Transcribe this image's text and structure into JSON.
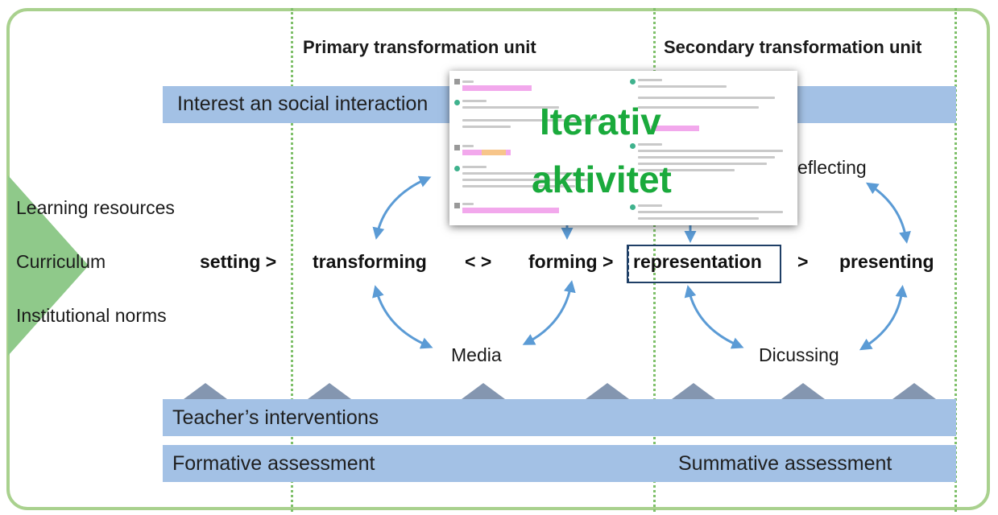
{
  "headers": {
    "primary": "Primary transformation unit",
    "secondary": "Secondary transformation unit"
  },
  "bands": {
    "interest": "Interest an social interaction",
    "teacher": "Teacher’s interventions",
    "formative": "Formative assessment",
    "summative": "Summative assessment"
  },
  "left_labels": [
    "Learning resources",
    "Curriculum",
    "Institutional norms"
  ],
  "steps": {
    "setting": "setting >",
    "transforming": "transforming",
    "between1": "< >",
    "forming": "forming >",
    "representation": "representation",
    "between2": ">",
    "presenting": "presenting"
  },
  "nodes": {
    "media": "Media",
    "dicussing": "Dicussing",
    "reflecting": "eflecting"
  },
  "overlay": {
    "line1": "Iterativ",
    "line2": "aktivitet"
  },
  "colors": {
    "frame": "#a9d18e",
    "band": "#a3c1e5",
    "arrow": "#5b9bd5",
    "overlay_text": "#1aaa3c",
    "peaks": "#8496b0"
  }
}
